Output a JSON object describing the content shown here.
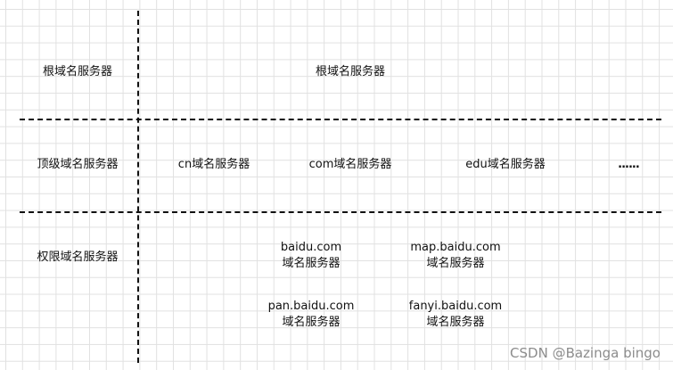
{
  "rows": {
    "root_label": "根域名服务器",
    "tld_label": "顶级域名服务器",
    "authority_label": "权限域名服务器"
  },
  "root": {
    "server": "根域名服务器"
  },
  "tld": {
    "cn": "cn域名服务器",
    "com": "com域名服务器",
    "edu": "edu域名服务器",
    "more": "......"
  },
  "authority": {
    "baidu": {
      "line1": "baidu.com",
      "line2": "域名服务器"
    },
    "map": {
      "line1": "map.baidu.com",
      "line2": "域名服务器"
    },
    "pan": {
      "line1": "pan.baidu.com",
      "line2": "域名服务器"
    },
    "fanyi": {
      "line1": "fanyi.baidu.com",
      "line2": "域名服务器"
    }
  },
  "watermark": "CSDN @Bazinga bingo"
}
